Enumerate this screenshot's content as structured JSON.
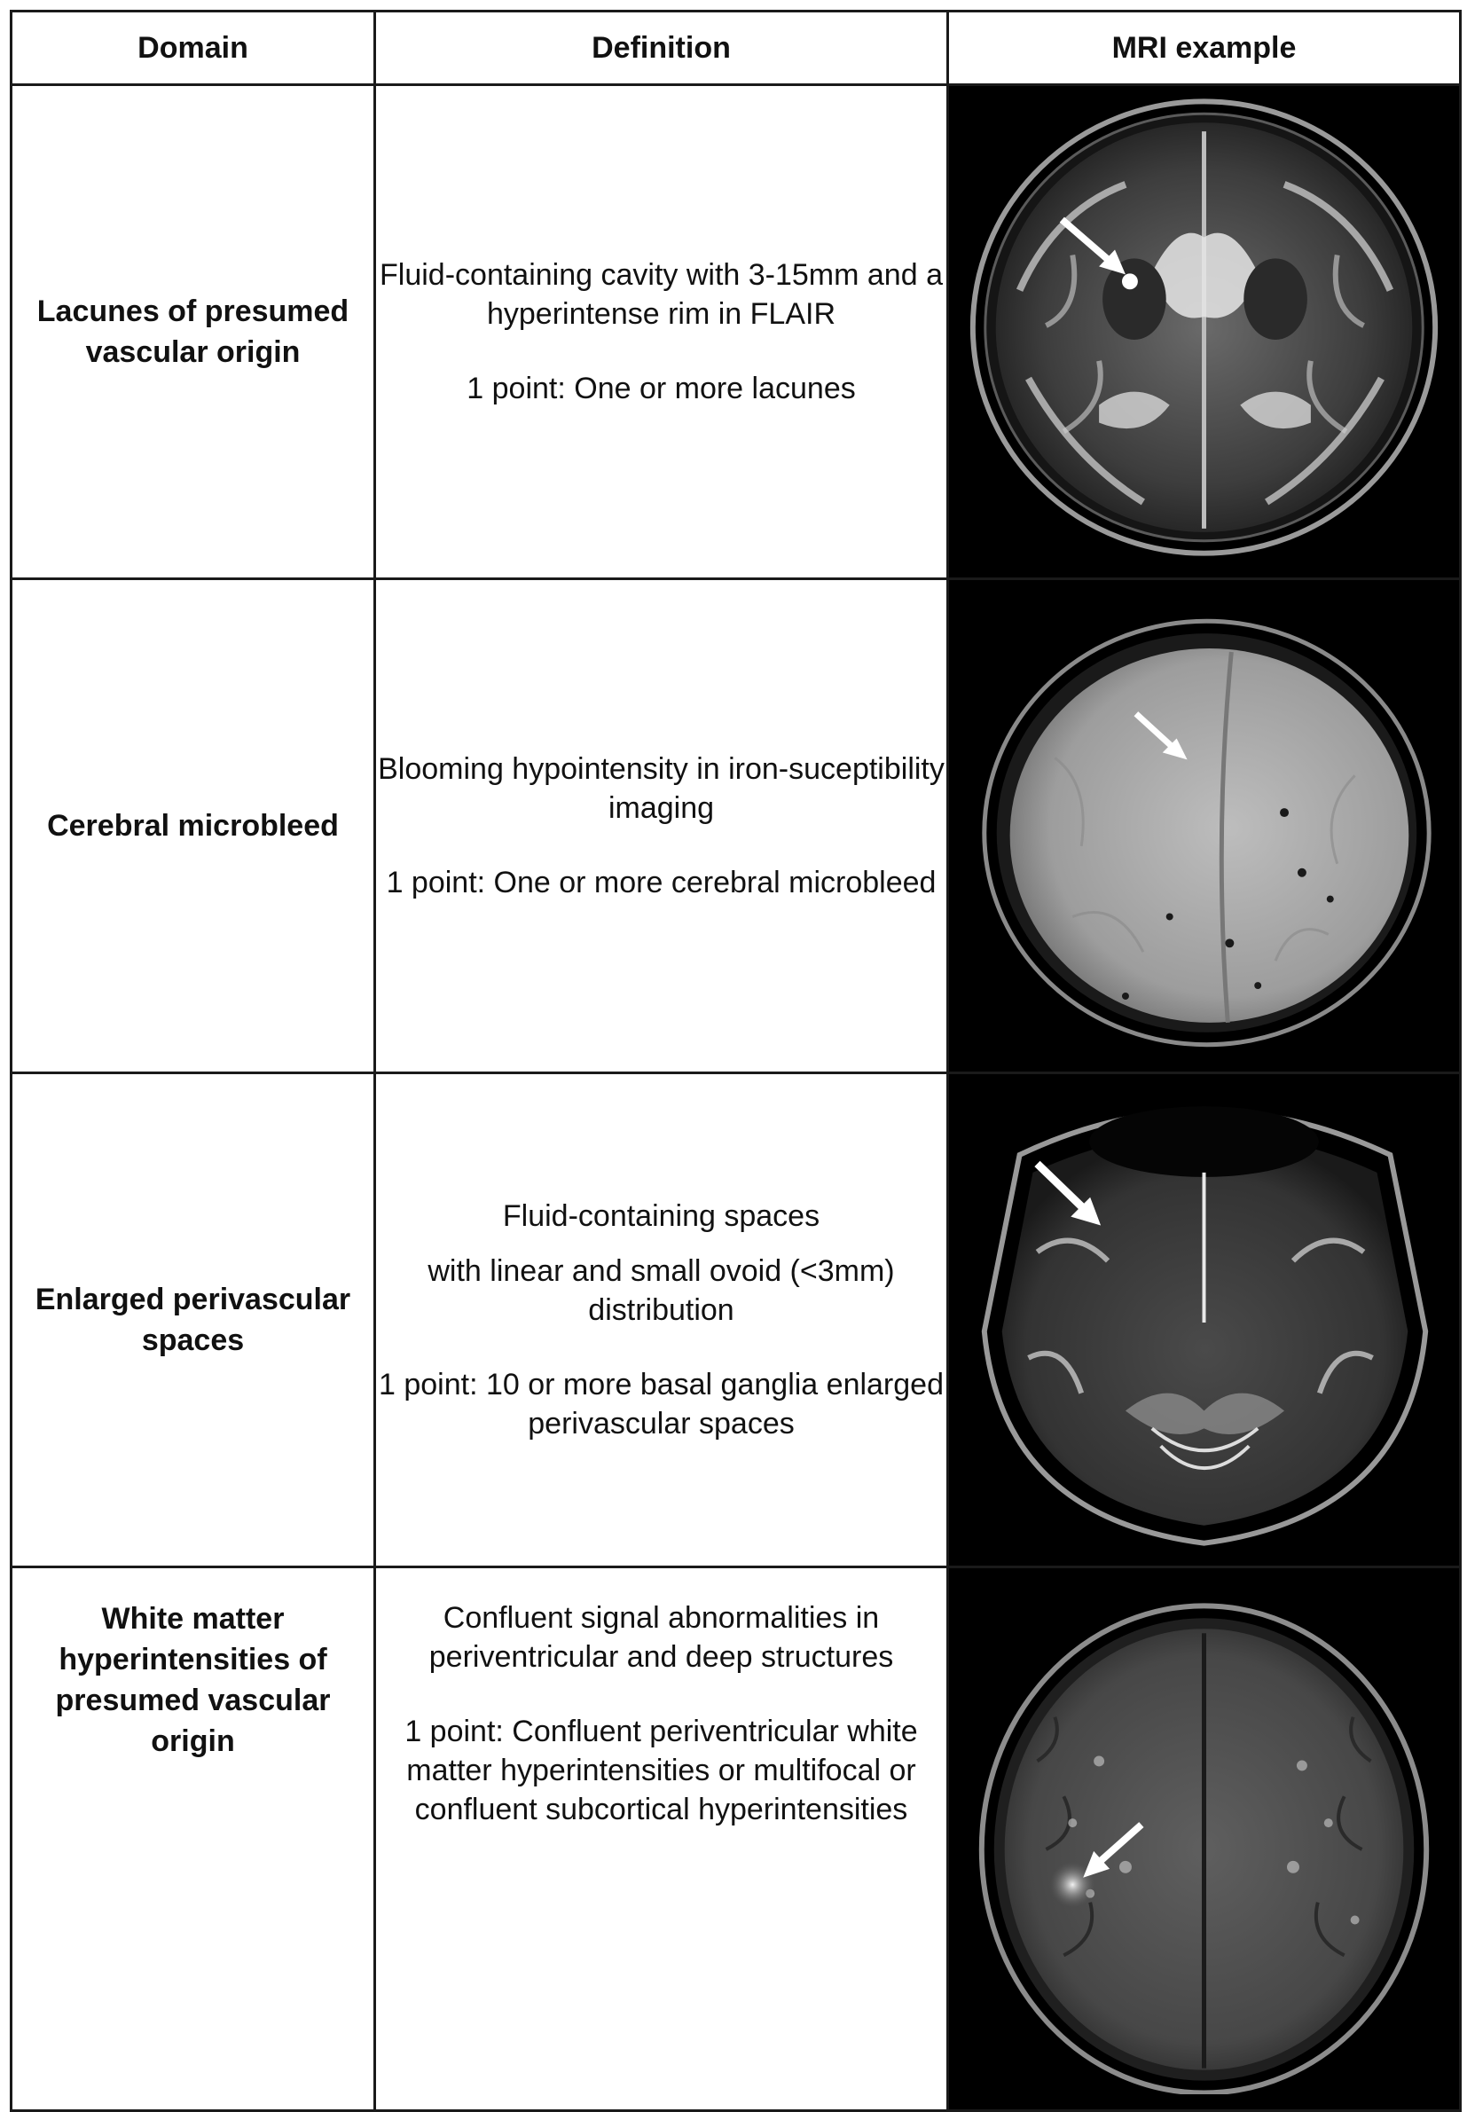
{
  "headers": {
    "domain": "Domain",
    "definition": "Definition",
    "mri": "MRI example"
  },
  "rows": [
    {
      "domain": "Lacunes of presumed vascular origin",
      "definition": [
        "Fluid-containing cavity with 3-15mm and a hyperintense rim in FLAIR"
      ],
      "points": "1 point: One or more lacunes",
      "image": "axial-t2-mri-lacune"
    },
    {
      "domain": "Cerebral microbleed",
      "definition": [
        "Blooming hypointensity in iron-suceptibility imaging"
      ],
      "points": "1 point: One or more cerebral microbleed",
      "image": "axial-swi-mri-microbleed"
    },
    {
      "domain": "Enlarged perivascular spaces",
      "definition": [
        "Fluid-containing spaces",
        "with linear and small ovoid  (<3mm) distribution"
      ],
      "points": "1 point: 10 or more basal ganglia enlarged perivascular spaces",
      "image": "axial-t2-mri-perivascular"
    },
    {
      "domain": "White matter hyperintensities of presumed vascular origin",
      "definition": [
        "Confluent signal abnormalities in periventricular and deep structures"
      ],
      "points": "1 point: Confluent periventricular white matter hyperintensities or multifocal or confluent subcortical hyperintensities",
      "image": "axial-flair-mri-wmh"
    }
  ]
}
